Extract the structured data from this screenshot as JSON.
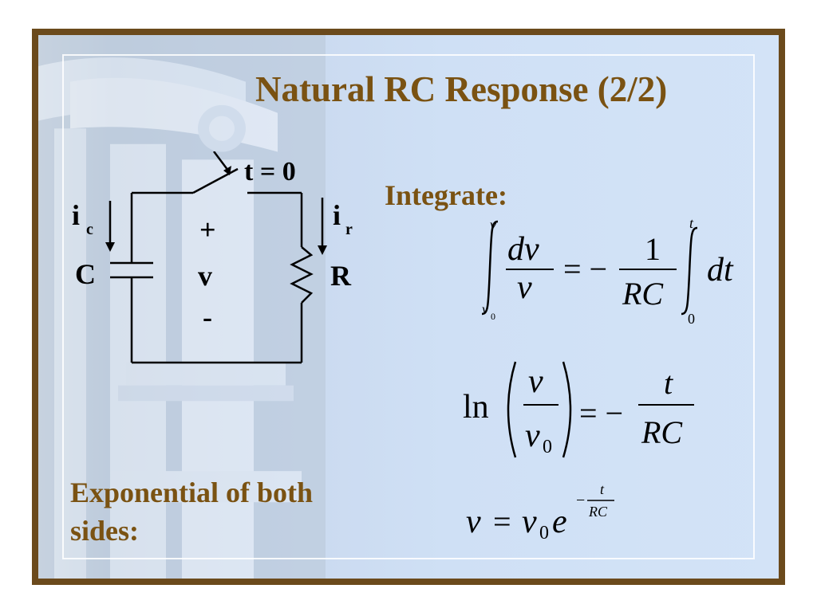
{
  "slide": {
    "title": "Natural RC Response (2/2)",
    "integrate_label": "Integrate:",
    "exponential_label_line1": "Exponential of both",
    "exponential_label_line2": "sides:"
  },
  "circuit": {
    "switch_label": "t = 0",
    "ic_main": "i",
    "ic_sub": "c",
    "ir_main": "i",
    "ir_sub": "r",
    "cap_label": "C",
    "v_label": "v",
    "res_label": "R",
    "plus": "+",
    "minus": "-"
  },
  "equations": {
    "eq1": {
      "upper_left": "v",
      "lower_left": "v",
      "lower_left_sub": "0",
      "num_left": "dv",
      "den_left": "v",
      "equals_minus": "= −",
      "num_right": "1",
      "den_right": "RC",
      "upper_right": "t",
      "lower_right": "0",
      "dt": "dt"
    },
    "eq2": {
      "ln": "ln",
      "num": "v",
      "den": "v",
      "den_sub": "0",
      "equals_minus": "= −",
      "rhs_num": "t",
      "rhs_den": "RC"
    },
    "eq3": {
      "lhs": "v",
      "equals": "=",
      "v0": "v",
      "v0_sub": "0",
      "e": "e",
      "exp_minus": "−",
      "exp_num": "t",
      "exp_den": "RC"
    }
  },
  "colors": {
    "frame": "#6b4a1c",
    "heading": "#7a5212",
    "ink": "#000000"
  }
}
